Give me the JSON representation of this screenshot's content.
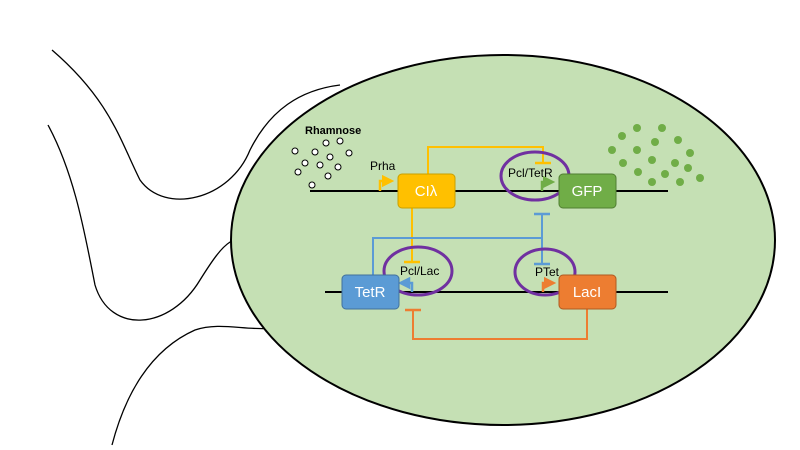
{
  "diagram": {
    "inducer": {
      "label": "Rhamnose"
    },
    "promoters": {
      "prha": "Prha",
      "pcl_tetr": "Pcl/TetR",
      "pcl_lac": "Pcl/Lac",
      "ptet": "PTet"
    },
    "genes": {
      "ci_lambda": "CIλ",
      "gfp": "GFP",
      "tetr": "TetR",
      "laci": "LacI"
    },
    "colors": {
      "cell_fill": "#c5e0b4",
      "cell_stroke": "#000000",
      "ci_lambda": "#ffc000",
      "gfp": "#70ad47",
      "tetr": "#5b9bd5",
      "laci": "#ed7d31",
      "highlight_ring": "#7030a0",
      "gfp_dots": "#70ad47"
    }
  }
}
